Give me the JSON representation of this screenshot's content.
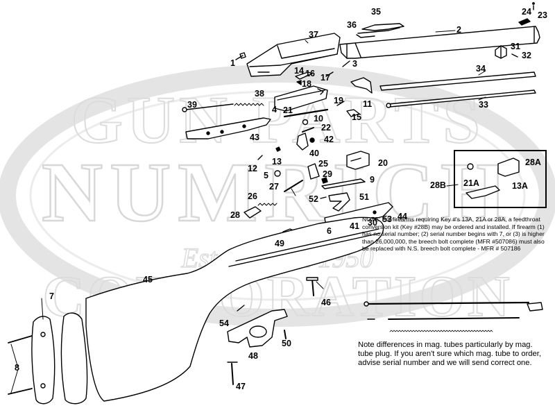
{
  "watermark": {
    "top": "GUN PARTS",
    "middle": "NUMRICH",
    "bottom": "CORPORATION",
    "established": "Established 1950"
  },
  "part_labels": {
    "p1": "1",
    "p2": "2",
    "p3": "3",
    "p4": "4",
    "p5": "5",
    "p6": "6",
    "p7": "7",
    "p8": "8",
    "p9": "9",
    "p10": "10",
    "p11": "11",
    "p12": "12",
    "p13": "13",
    "p13a": "13A",
    "p14": "14",
    "p15": "15",
    "p16": "16",
    "p17": "17",
    "p18": "18",
    "p19": "19",
    "p20": "20",
    "p21": "21",
    "p21a": "21A",
    "p22": "22",
    "p23": "23",
    "p24": "24",
    "p25": "25",
    "p26": "26",
    "p27": "27",
    "p28": "28",
    "p28a": "28A",
    "p28b": "28B",
    "p29": "29",
    "p30": "30",
    "p31": "31",
    "p32": "32",
    "p33": "33",
    "p34": "34",
    "p35": "35",
    "p36": "36",
    "p37": "37",
    "p38": "38",
    "p39": "39",
    "p40": "40",
    "p41": "41",
    "p42": "42",
    "p43": "43",
    "p44": "44",
    "p45": "45",
    "p46": "46",
    "p47": "47",
    "p48": "48",
    "p49": "49",
    "p50": "50",
    "p51": "51",
    "p52": "52",
    "p53": "53",
    "p54": "54"
  },
  "notes": {
    "firearms": "NOTE: For firearms requiring Key #'s 13A, 21A or 28A, a feedthroat conversion kit (Key #28B) may be ordered and installed. If firearm (1) has no serial number; (2) serial number begins with 7, or (3) is higher than 26,000,000, the breech bolt complete (MFR #507086) must also be replaced with N.S. breech bolt complete - MFR # 507186",
    "tubes": "Note differences in mag. tubes particularly by mag. tube plug. If you aren't sure which mag. tube to order, advise serial number and we will send correct one."
  }
}
